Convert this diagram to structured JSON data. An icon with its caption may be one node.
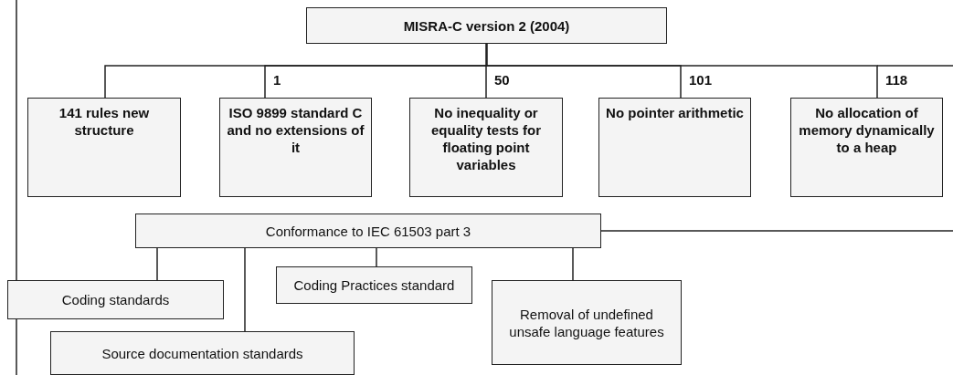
{
  "diagram": {
    "nodes": [
      {
        "text": [
          "MISRA-C version 2 (2004)"
        ]
      },
      {
        "text": [
          "141 rules new structure"
        ]
      },
      {
        "text": [
          "ISO 9899 standard C and no extensions of it"
        ]
      },
      {
        "text": [
          "No inequality or equality tests for floating point variables"
        ]
      },
      {
        "text": [
          "No pointer arithmetic"
        ]
      },
      {
        "text": [
          "No allocation of memory dynamically to a heap"
        ]
      },
      {
        "text": [
          "Conformance to IEC 61503 part 3"
        ]
      },
      {
        "text": [
          "Coding standards"
        ]
      },
      {
        "text": [
          "Coding Practices standard"
        ]
      },
      {
        "text": [
          "Removal of undefined unsafe language features"
        ]
      },
      {
        "text": [
          "Source documentation standards"
        ]
      }
    ],
    "edges": [
      {
        "from": 0,
        "to": 1,
        "arrow": "none"
      },
      {
        "from": 0,
        "to": 2,
        "arrow": "none",
        "label": "1"
      },
      {
        "from": 0,
        "to": 3,
        "arrow": "none",
        "label": "50"
      },
      {
        "from": 0,
        "to": 4,
        "arrow": "none",
        "label": "101"
      },
      {
        "from": 0,
        "to": 5,
        "arrow": "none",
        "label": "118"
      },
      {
        "from": 6,
        "to": null,
        "arrow": "none"
      },
      {
        "from": 6,
        "to": 7,
        "arrow": "none"
      },
      {
        "from": 6,
        "to": 8,
        "arrow": "none"
      },
      {
        "from": 6,
        "to": 9,
        "arrow": "none"
      },
      {
        "from": 6,
        "to": 10,
        "arrow": "none"
      }
    ]
  }
}
